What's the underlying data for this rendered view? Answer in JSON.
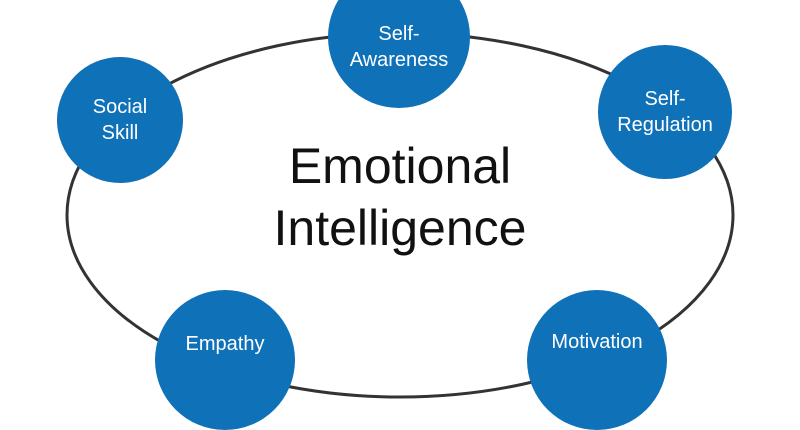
{
  "title": {
    "line1": "Emotional",
    "line2": "Intelligence"
  },
  "nodes": {
    "self_awareness": {
      "line1": "Self-",
      "line2": "Awareness"
    },
    "self_regulation": {
      "line1": "Self-",
      "line2": "Regulation"
    },
    "social_skill": {
      "line1": "Social",
      "line2": "Skill"
    },
    "empathy": {
      "line1": "Empathy"
    },
    "motivation": {
      "line1": "Motivation"
    }
  },
  "colors": {
    "node": "#0f71b8",
    "ring": "#333333"
  }
}
